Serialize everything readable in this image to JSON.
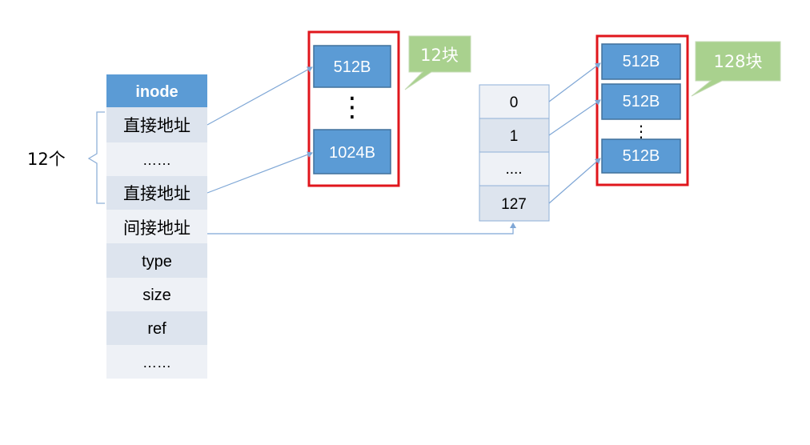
{
  "inode_table": {
    "header": "inode",
    "rows": [
      "直接地址",
      "……",
      "直接地址",
      "间接地址",
      "type",
      "size",
      "ref",
      "……"
    ]
  },
  "brace_label": "12个",
  "direct_blocks": {
    "top": "512B",
    "dots": "⋮",
    "bottom": "1024B",
    "callout": "12块"
  },
  "index_table": {
    "rows": [
      "0",
      "1",
      "....",
      "127"
    ]
  },
  "indirect_blocks": {
    "items": [
      "512B",
      "512B",
      "512B"
    ],
    "dots": "⋮",
    "callout": "128块"
  },
  "colors": {
    "header_blue": "#5b9bd5",
    "row_light": "#dde4ee",
    "row_white": "#eef1f6",
    "block_fill": "#5b9bd5",
    "block_stroke": "#41719c",
    "red_border": "#e0161c",
    "callout_green": "#a9d18e",
    "arrow_blue": "#7fa7d6",
    "index_light": "#dde4ee",
    "index_white": "#eef1f6"
  }
}
